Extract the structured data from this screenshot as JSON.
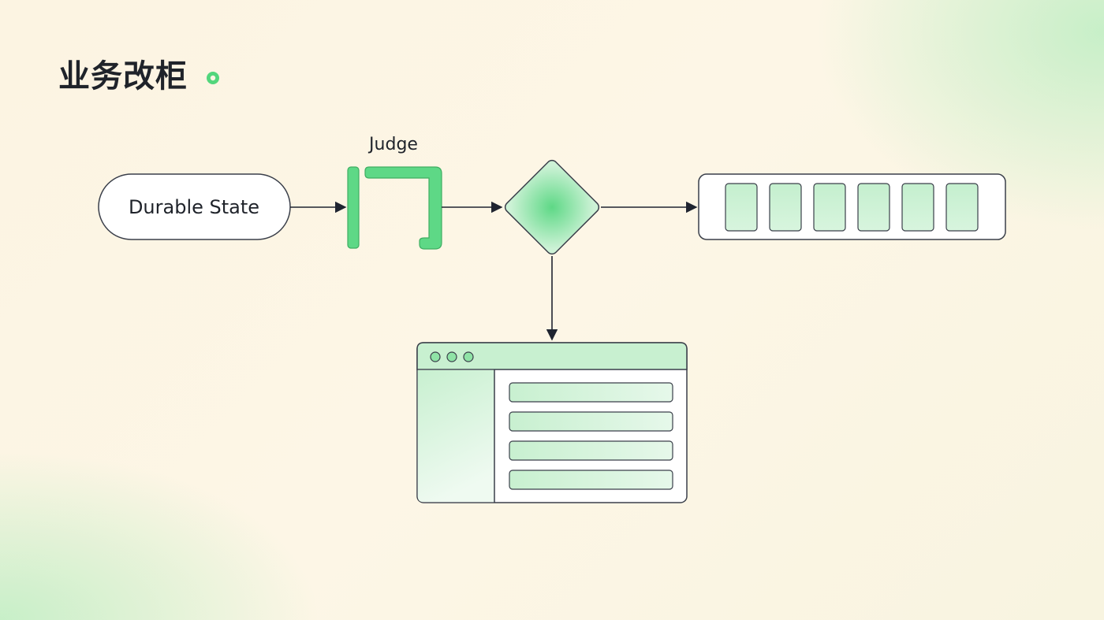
{
  "title": "业务改柜",
  "colors": {
    "accent": "#52d67c",
    "accent_light": "#c8f0d0",
    "stroke": "#3a3f4a",
    "arrow": "#1f2430"
  },
  "nodes": {
    "durable_state": {
      "label": "Durable State"
    },
    "gate": {
      "label": "Judge",
      "icon": "gate-bracket-icon"
    },
    "decision": {
      "icon": "decision-diamond-icon"
    },
    "queue": {
      "icon": "queue-slots-icon",
      "slots": 6
    },
    "window": {
      "icon": "browser-window-icon",
      "rows": 4
    }
  }
}
